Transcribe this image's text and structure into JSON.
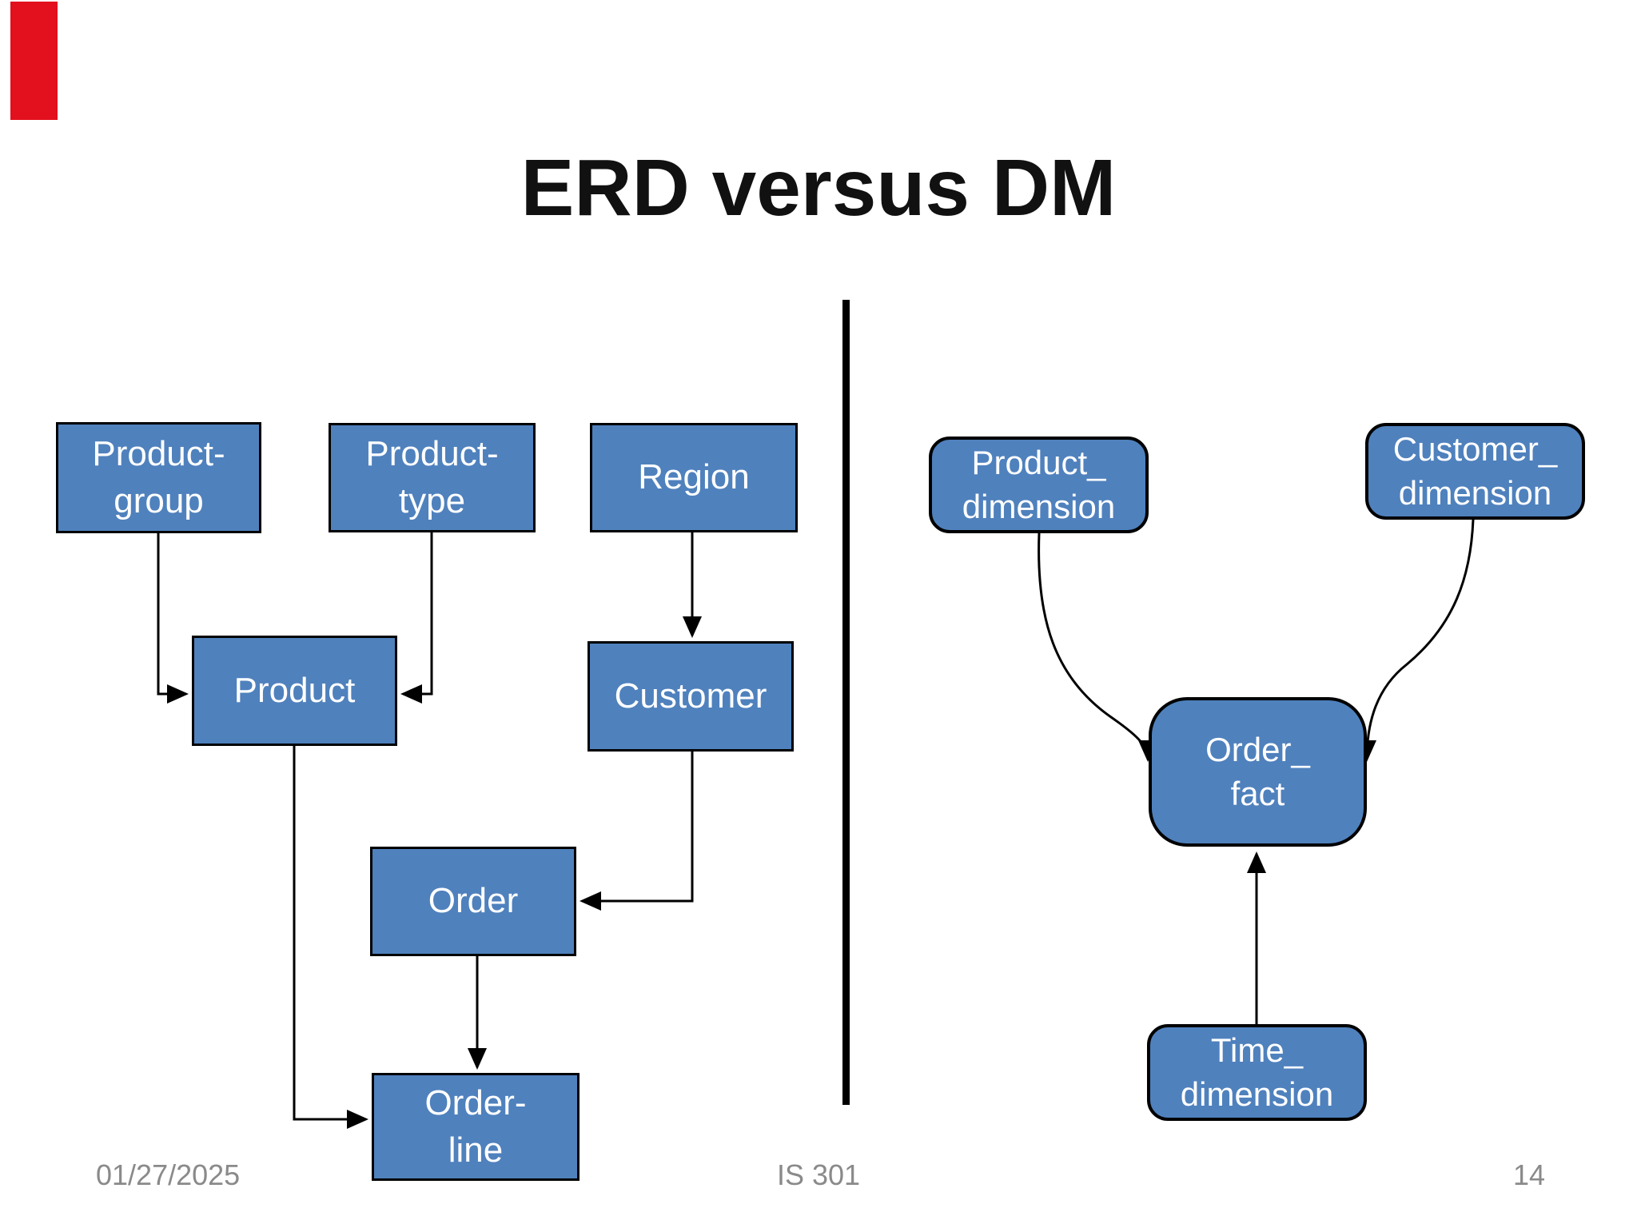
{
  "title": "ERD versus DM",
  "colors": {
    "node_fill": "#4F81BD",
    "node_border": "#000000",
    "node_text": "#FFFFFF",
    "accent_bar_red": "#E3101D",
    "divider_black": "#000000",
    "footer_gray": "#8A8A8A",
    "title_black": "#111111"
  },
  "erd_diagram": {
    "nodes": {
      "product_group": {
        "label": "Product-\ngroup"
      },
      "product_type": {
        "label": "Product-\ntype"
      },
      "region": {
        "label": "Region"
      },
      "product": {
        "label": "Product"
      },
      "customer": {
        "label": "Customer"
      },
      "order": {
        "label": "Order"
      },
      "order_line": {
        "label": "Order-\nline"
      }
    },
    "connections": [
      "Product-group -> Product",
      "Product-type -> Product",
      "Region -> Customer",
      "Customer -> Order",
      "Order -> Order-line",
      "Product -> Order-line"
    ]
  },
  "dm_diagram": {
    "nodes": {
      "product_dimension": {
        "label": "Product_\ndimension"
      },
      "customer_dimension": {
        "label": "Customer_\ndimension"
      },
      "order_fact": {
        "label": "Order_\nfact"
      },
      "time_dimension": {
        "label": "Time_\ndimension"
      }
    },
    "connections": [
      "Product_dimension -> Order_fact",
      "Customer_dimension -> Order_fact",
      "Time_dimension -> Order_fact"
    ]
  },
  "footer": {
    "date": "01/27/2025",
    "course_code": "IS 301",
    "slide_number": "14"
  }
}
